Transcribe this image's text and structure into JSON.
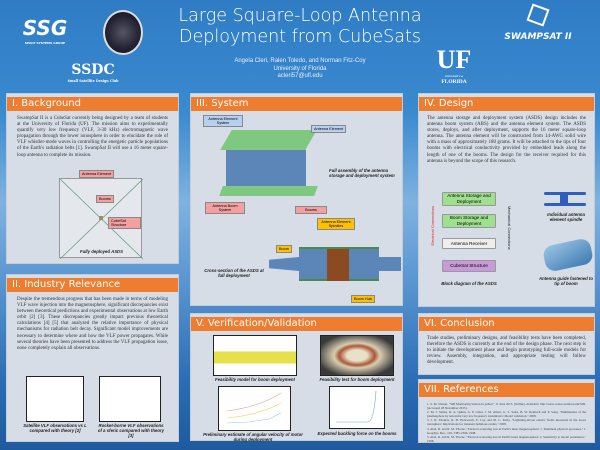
{
  "header": {
    "title_line1": "Large Square-Loop Antenna",
    "title_line2": "Deployment from CubeSats",
    "authors": "Angela Cleri, Ralen Toledo, and Norman Fitz-Coy",
    "affiliation": "University of Florida",
    "email": "acleri57@ufl.edu",
    "logos": {
      "ssg": "SSG",
      "ssg_sub": "SPACE SYSTEMS GROUP",
      "ssdc": "SSDC",
      "ssdc_sub": "Small Satellite Design Club",
      "uf": "UF",
      "uf_sub1": "UNIVERSITY of",
      "uf_sub2": "FLORIDA",
      "swampsat": "SWAMPSAT II"
    }
  },
  "background": {
    "heading": "I. Background",
    "body": "SwampSat II is a CubeSat currently being designed by a team of students at the University of Florida (UF). The mission aims to experimentally quantify very low frequency (VLF, 3-30 kHz) electromagnetic wave propagation through the lower ionosphere in order to elucidate the role of VLF whistler-mode waves in controlling the energetic particle populations of the Earth's radiation belts [1]. SwampSat II will use a 16 meter square-loop antenna to complete its mission.",
    "labels": [
      "Antenna Element",
      "Booms",
      "CubeSat Structure"
    ],
    "caption": "Fully deployed ASDS"
  },
  "industry": {
    "heading": "II. Industry Relevance",
    "body": "Despite the tremendous progress that has been made in terms of modeling VLF wave injection into the magnetosphere, significant discrepancies exist between theoretical predictions and experimental observations at low Earth orbit [2] [3]. These discrepancies greatly impact previous theoretical calculations [4] [5] that analyzed the relative importance of physical mechanisms for radiation belt decay. Significant model improvements are necessary to determine where and how the VLF power propagates. While several theories have been presented to address the VLF propagation issue, none completely explain all observations.",
    "captions": [
      "Satellite VLF observations vs L compared with theory [2]",
      "Rocket-borne VLF observations of a sferic compared with theory [3]"
    ]
  },
  "system": {
    "heading": "III. System",
    "labels": [
      "Antenna Element System",
      "Antenna Element",
      "Antenna Boom System",
      "Booms",
      "Antenna Element Spindles",
      "Boom",
      "Boom Hub"
    ],
    "captions": [
      "Full assembly of the antenna storage and deployment system",
      "Cross-section of the ASDS at full deployment"
    ]
  },
  "design": {
    "heading": "IV. Design",
    "body": "The antenna storage and deployment system (ASDS) design includes the antenna boom system (ABS) and the antenna element system. The ASDS stores, deploys, and after deployment, supports the 16 meter square-loop antenna. The antenna element will be constructed from 14-AWG solid wire with a mass of approximately 180 grams. It will be attached to the tips of four booms with electrical conductivity provided by embedded leads along the length of one of the booms. The design for the receiver required for this antenna is beyond the scope of this research.",
    "blocks": [
      "Antenna Storage and Deployment",
      "Boom Storage and Deployment",
      "Antenna Receiver",
      "CubeSat Structure"
    ],
    "side_labels": [
      "Electrical Connections",
      "Mechanical Connections"
    ],
    "captions": [
      "Block diagram of the ASDS",
      "Individual antenna element spindle",
      "Antenna guide fastened to tip of boom"
    ]
  },
  "verification": {
    "heading": "V. Verification/Validation",
    "captions": [
      "Feasibility model for boom deployment",
      "Feasibility test for boom deployment",
      "Preliminary estimate of angular velocity of motor during deployment",
      "Expected buckling force on the booms"
    ]
  },
  "conclusion": {
    "heading": "VI. Conclusion",
    "body": "Trade studies, preliminary designs, and feasibility tests have been completed, therefore the ASDS is currently at the end of the design phase. The next step is to initiate the development phase and begin prototyping full-scale models for review. Assembly, integration, and appropriate testing will follow development."
  },
  "references": {
    "heading": "VII. References",
    "items": [
      "1. S. M. Station, \"SID Monitoring Station in yellow\" 11 June 2015. [Online]. Available: http://solar-center.stanford.edu/SID. [Accessed 28 November 2015].",
      "2. M. J. Starks, R. A. Quinn, G. P. Ginet, J. M. Albert, G. S. Sales, B. W. Reinisch and P. Song, \"Illumination of the plasmasphere by terrestrial very low frequency transmitters: Model validation,\" 2008.",
      "3. J. R. Thomas, R. H. Holzworth, E. Lay, and M. C. Kelly, \"Lightning-driven electric fields measured in the lower ionosphere: Implications for transient luminous events,\" 2008.",
      "4. Abel, R. and R. M. Thorne, \"Electron scattering loss in Earth's inner magnetosphere: 1. Dominant physical processes,\" J. Geophys. Res., 103, 2385-2396, 1998.",
      "5. Abel, R. and R. M. Thorne, \"Electron scattering loss in Earth's inner magnetosphere: 2. Sensitivity to model parameters,\" 1998."
    ]
  },
  "colors": {
    "accent": "#ee7d30",
    "panel": "#d6dde6",
    "background": "#2f7cc4"
  }
}
